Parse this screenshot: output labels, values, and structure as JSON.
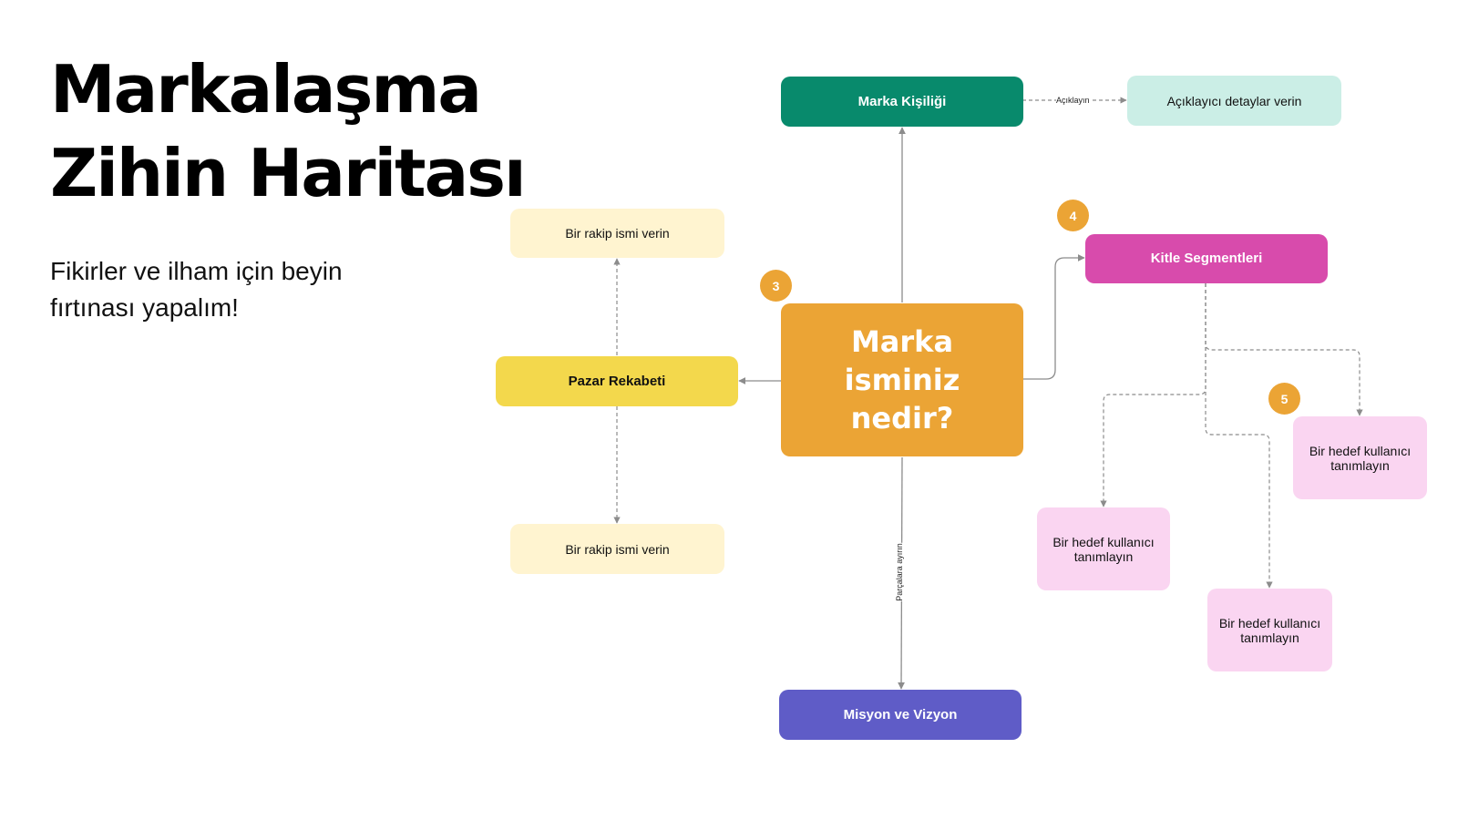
{
  "header": {
    "title_line1": "Markalaşma",
    "title_line2": "Zihin Haritası",
    "subtitle": "Fikirler ve ilham için beyin fırtınası yapalım!"
  },
  "mindmap": {
    "central": {
      "label": "Marka isminiz nedir?",
      "color": "#eba435"
    },
    "brand_personality": {
      "label": "Marka Kişiliği",
      "color": "#088a6c"
    },
    "explanation_note": {
      "label": "Açıklayıcı detaylar verin",
      "color": "#cbeee6"
    },
    "explain_edge_label": "Açıklayın",
    "audience_segments": {
      "label": "Kitle Segmentleri",
      "color": "#d84bac"
    },
    "market_competition": {
      "label": "Pazar Rekabeti",
      "color": "#f3d84c"
    },
    "competitor_top": {
      "label": "Bir rakip ismi verin",
      "color": "#fff4d0"
    },
    "competitor_bottom": {
      "label": "Bir rakip ismi verin",
      "color": "#fff4d0"
    },
    "mission_vision": {
      "label": "Misyon ve Vizyon",
      "color": "#5f5cc7"
    },
    "split_edge_label": "Parçalara ayırın",
    "target_users": [
      {
        "label": "Bir hedef kullanıcı tanımlayın"
      },
      {
        "label": "Bir hedef kullanıcı tanımlayın"
      },
      {
        "label": "Bir hedef kullanıcı tanımlayın"
      }
    ],
    "target_user_color": "#fad5f1",
    "badges": [
      "3",
      "4",
      "5"
    ],
    "connector_color": "#8c8c8c",
    "badge_color": "#eba435"
  }
}
